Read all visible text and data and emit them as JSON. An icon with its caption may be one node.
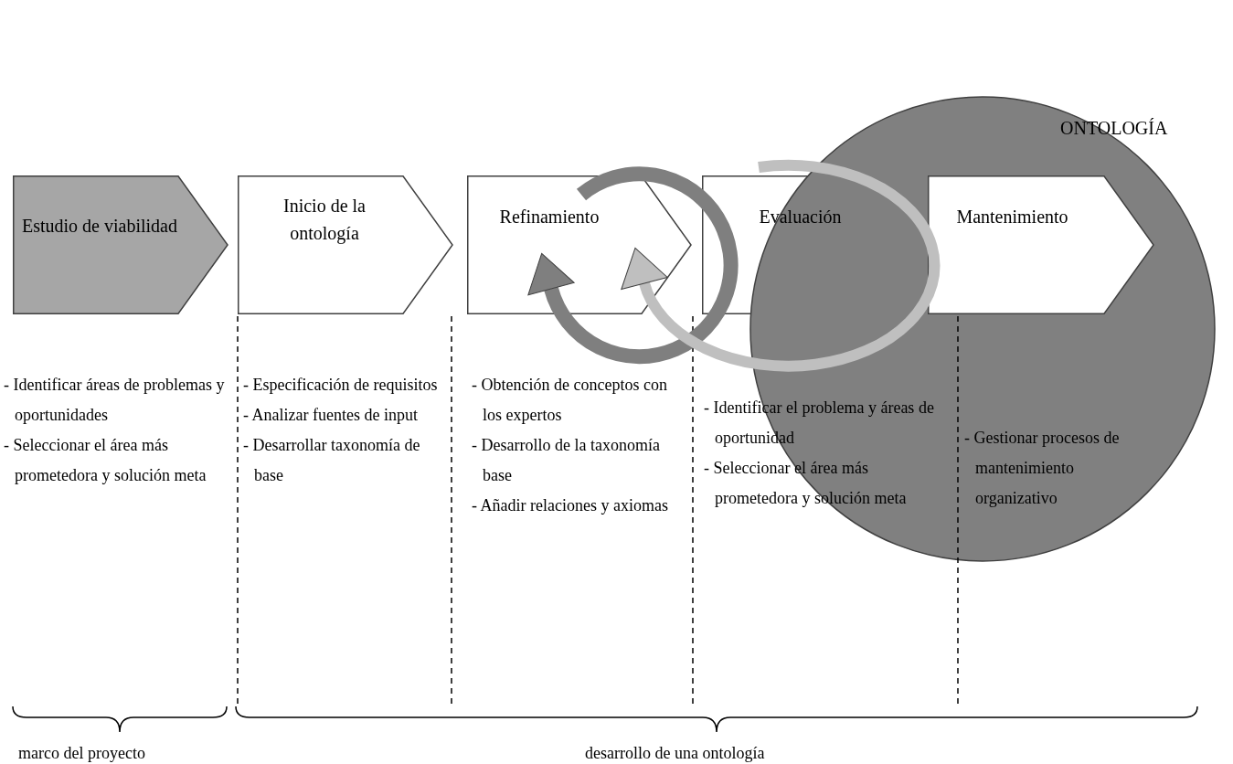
{
  "diagram": {
    "nodes": [
      {
        "text": [
          "Estudio de viabilidad"
        ]
      },
      {
        "text": [
          "Inicio de  la ontología"
        ]
      },
      {
        "text": [
          "Refinamiento"
        ]
      },
      {
        "text": [
          "Evaluación"
        ]
      },
      {
        "text": [
          "ONTOLOGÍA"
        ]
      },
      {
        "text": [
          "Mantenimiento"
        ],
        "in": 4
      }
    ],
    "labels": [
      "- Identificar áreas de problemas y oportunidades",
      "- Seleccionar el área más prometedora y solución meta",
      "- Especificación de requisitos",
      "- Analizar fuentes de input",
      "- Desarrollar taxonomía de base",
      "- Obtención de conceptos con los expertos",
      "- Desarrollo de la taxonomía base",
      "- Añadir relaciones y axiomas",
      "- Identificar el problema y áreas de oportunidad",
      "- Seleccionar el área más prometedora y solución meta",
      "- Gestionar procesos de mantenimiento organizativo",
      "marco del proyecto",
      "desarrollo de una ontología"
    ]
  }
}
